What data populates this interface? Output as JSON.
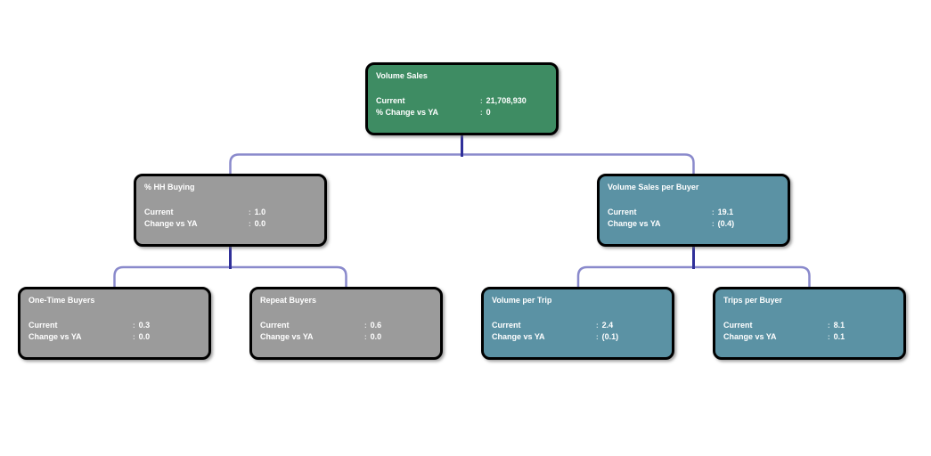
{
  "separator": ":",
  "connectors": {
    "stub_color": "#30309A",
    "branch_color": "#8A8ACC"
  },
  "nodes": [
    {
      "title": "Volume Sales",
      "color": "#3E8C63",
      "rows": [
        {
          "label": "Current",
          "value": "21,708,930"
        },
        {
          "label": "% Change vs YA",
          "value": "0"
        }
      ]
    },
    {
      "title": "% HH Buying",
      "color": "#9B9B9B",
      "rows": [
        {
          "label": "Current",
          "value": "1.0"
        },
        {
          "label": "Change vs YA",
          "value": "0.0"
        }
      ]
    },
    {
      "title": "Volume Sales per Buyer",
      "color": "#5B92A4",
      "rows": [
        {
          "label": "Current",
          "value": "19.1"
        },
        {
          "label": "Change vs YA",
          "value": "(0.4)"
        }
      ]
    },
    {
      "title": "One-Time Buyers",
      "color": "#9B9B9B",
      "rows": [
        {
          "label": "Current",
          "value": "0.3"
        },
        {
          "label": "Change vs YA",
          "value": "0.0"
        }
      ]
    },
    {
      "title": "Repeat Buyers",
      "color": "#9B9B9B",
      "rows": [
        {
          "label": "Current",
          "value": "0.6"
        },
        {
          "label": "Change vs YA",
          "value": "0.0"
        }
      ]
    },
    {
      "title": "Volume per Trip",
      "color": "#5B92A4",
      "rows": [
        {
          "label": "Current",
          "value": "2.4"
        },
        {
          "label": "Change vs YA",
          "value": "(0.1)"
        }
      ]
    },
    {
      "title": "Trips per Buyer",
      "color": "#5B92A4",
      "rows": [
        {
          "label": "Current",
          "value": "8.1"
        },
        {
          "label": "Change vs YA",
          "value": "0.1"
        }
      ]
    }
  ]
}
